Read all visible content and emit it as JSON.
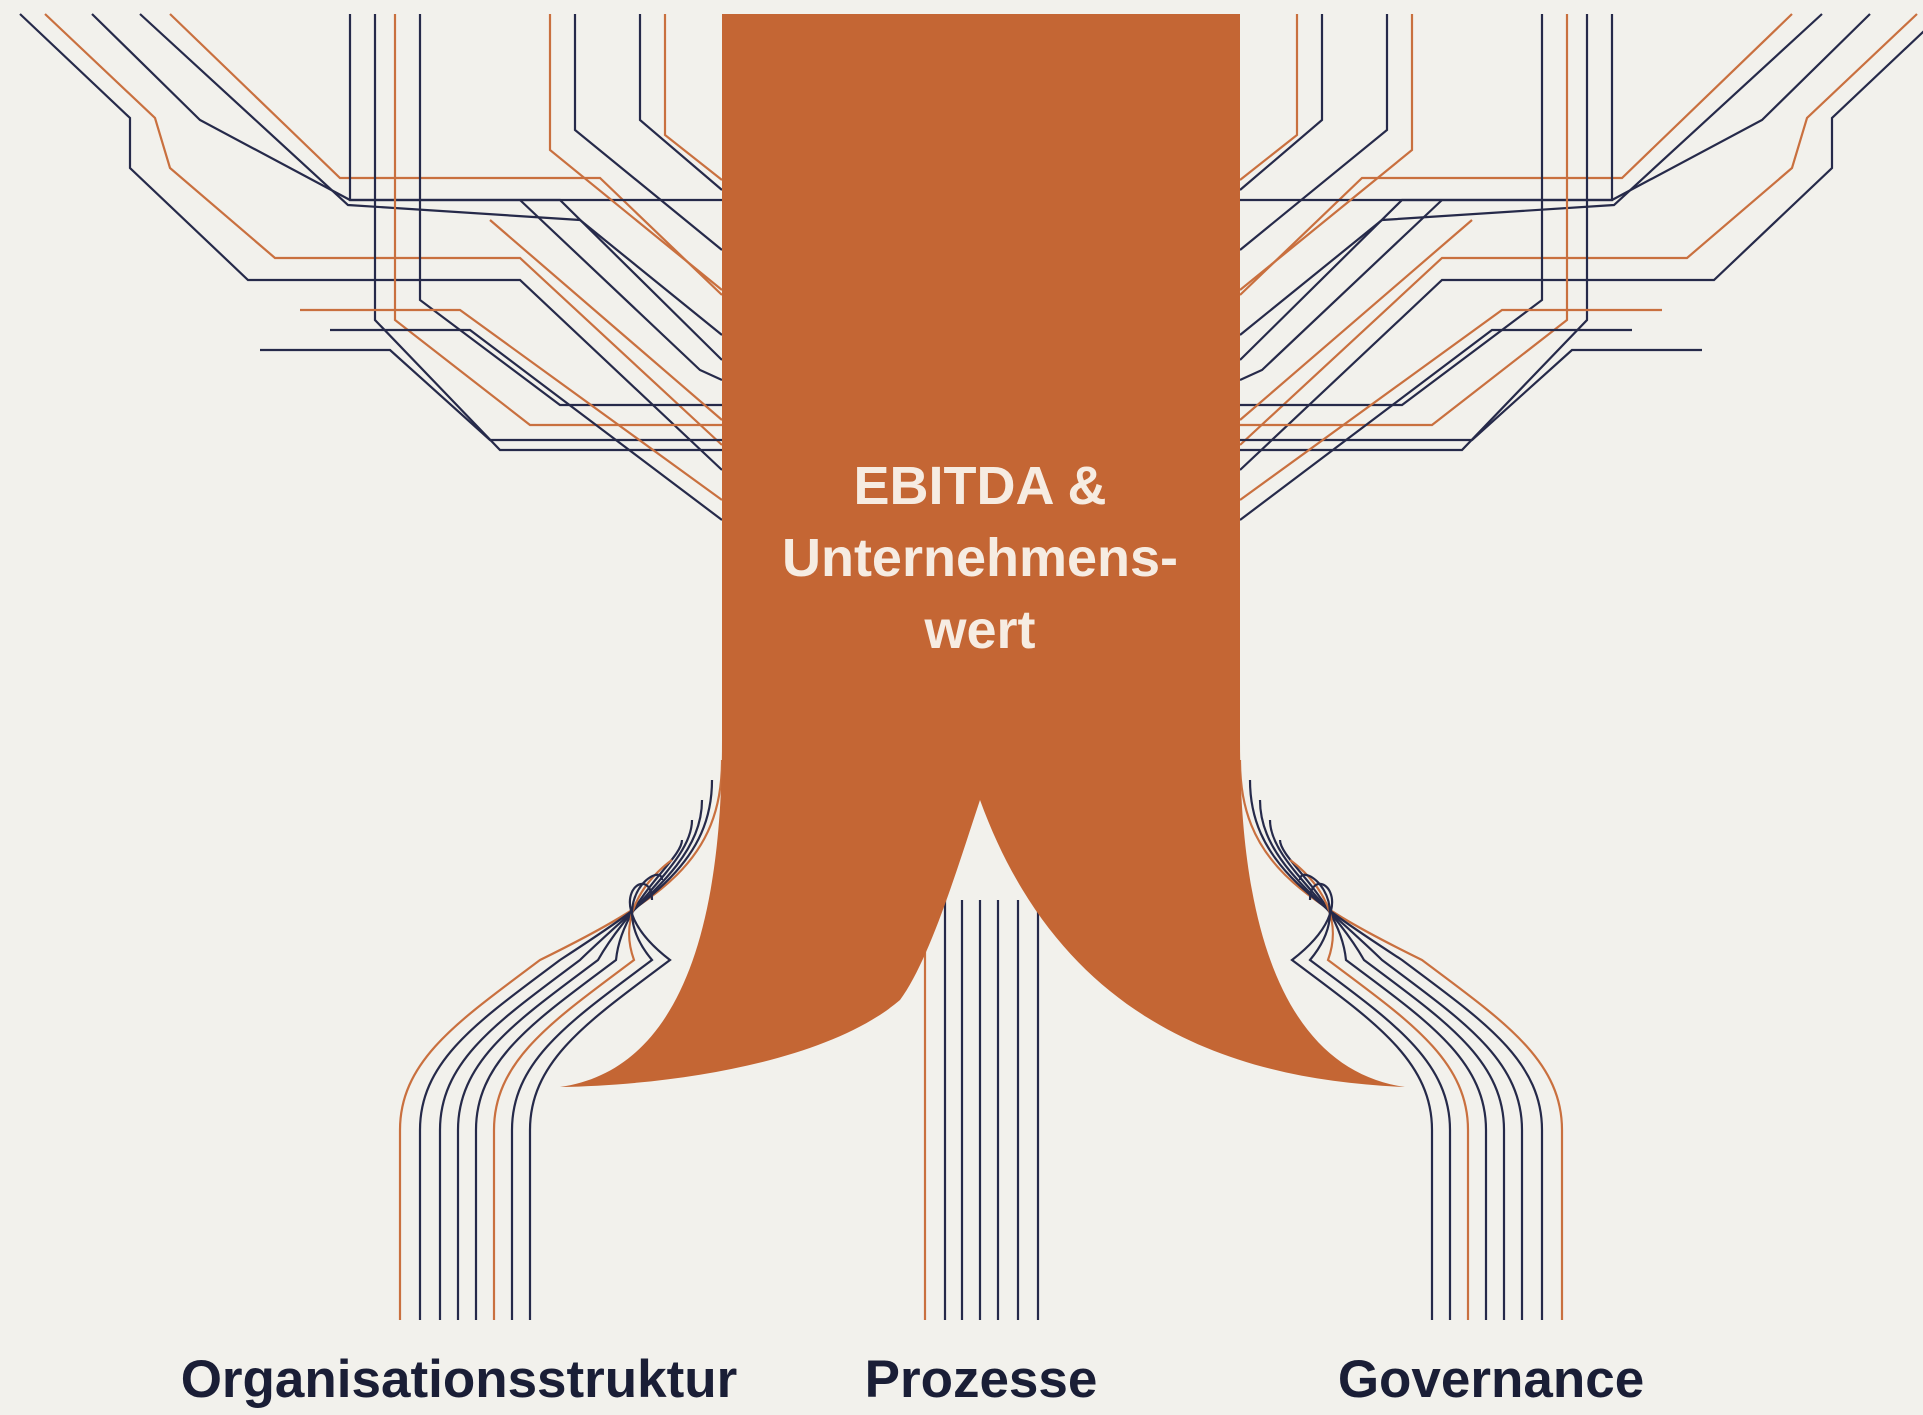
{
  "center": {
    "line1": "EBITDA &",
    "line2": "Unternehmens-",
    "line3": "wert"
  },
  "pillars": [
    {
      "label": "Organisationsstruktur"
    },
    {
      "label": "Prozesse"
    },
    {
      "label": "Governance"
    }
  ],
  "colors": {
    "background": "#f2f1ec",
    "trunk": "#c46634",
    "line_dark": "#262a4a",
    "line_orange": "#c9703f",
    "label_dark": "#1a1e36",
    "center_text": "#f6ece2"
  }
}
